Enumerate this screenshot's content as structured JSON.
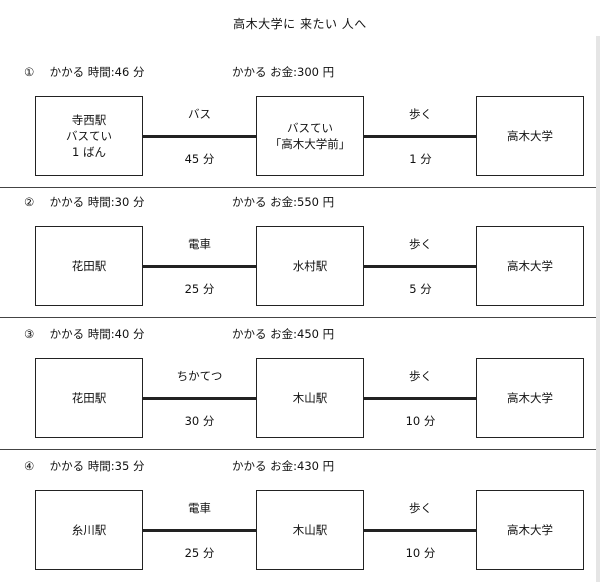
{
  "title": "高木大学に 来たい 人へ",
  "routes": [
    {
      "num": "①",
      "time_label": "かかる 時間:46 分",
      "money_label": "かかる お金:300 円",
      "stops": [
        {
          "lines": [
            "寺西駅",
            "バスてい",
            "1 ばん"
          ]
        },
        {
          "lines": [
            "バスてい",
            "「高木大学前」"
          ]
        },
        {
          "lines": [
            "高木大学"
          ]
        }
      ],
      "legs": [
        {
          "mode": "バス",
          "duration": "45 分"
        },
        {
          "mode": "歩く",
          "duration": "1 分"
        }
      ]
    },
    {
      "num": "②",
      "time_label": "かかる 時間:30 分",
      "money_label": "かかる お金:550 円",
      "stops": [
        {
          "lines": [
            "花田駅"
          ]
        },
        {
          "lines": [
            "水村駅"
          ]
        },
        {
          "lines": [
            "高木大学"
          ]
        }
      ],
      "legs": [
        {
          "mode": "電車",
          "duration": "25 分"
        },
        {
          "mode": "歩く",
          "duration": "5 分"
        }
      ]
    },
    {
      "num": "③",
      "time_label": "かかる 時間:40 分",
      "money_label": "かかる お金:450 円",
      "stops": [
        {
          "lines": [
            "花田駅"
          ]
        },
        {
          "lines": [
            "木山駅"
          ]
        },
        {
          "lines": [
            "高木大学"
          ]
        }
      ],
      "legs": [
        {
          "mode": "ちかてつ",
          "duration": "30 分"
        },
        {
          "mode": "歩く",
          "duration": "10 分"
        }
      ]
    },
    {
      "num": "④",
      "time_label": "かかる 時間:35 分",
      "money_label": "かかる お金:430 円",
      "stops": [
        {
          "lines": [
            "糸川駅"
          ]
        },
        {
          "lines": [
            "木山駅"
          ]
        },
        {
          "lines": [
            "高木大学"
          ]
        }
      ],
      "legs": [
        {
          "mode": "電車",
          "duration": "25 分"
        },
        {
          "mode": "歩く",
          "duration": "10 分"
        }
      ]
    }
  ]
}
